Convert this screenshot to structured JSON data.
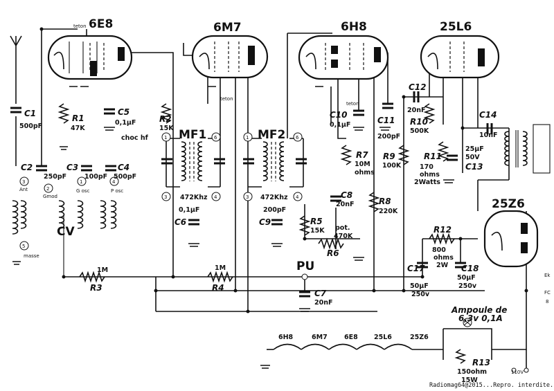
{
  "tubes": {
    "t1": "6E8",
    "t2": "6M7",
    "t3": "6H8",
    "t4": "25L6",
    "t5": "25Z6"
  },
  "transformers": {
    "mf1": "MF1",
    "mf2": "MF2",
    "freq1": "472Khz",
    "freq2": "472Khz"
  },
  "components": {
    "c1": "C1",
    "c1v": "500pF",
    "c2": "C2",
    "c2v": "250pF",
    "c3": "C3",
    "c3v": "100pF",
    "c4": "C4",
    "c4v": "500pF",
    "c5": "C5",
    "c5v": "0,1µF",
    "c6": "C6",
    "c6v": "0,1µF",
    "c7": "C7",
    "c7v": "20nF",
    "c8": "C8",
    "c8v": "20nF",
    "c9": "C9",
    "c9v": "200pF",
    "c10": "C10",
    "c10v": "0,1µF",
    "c11": "C11",
    "c11v": "200pF",
    "c12": "C12",
    "c12v": "20nF",
    "c13": "C13",
    "c13v1": "25µF",
    "c13v2": "50V",
    "c14": "C14",
    "c14v": "10nF",
    "c17": "C17",
    "c17v1": "50µF",
    "c17v2": "250v",
    "c18": "C18",
    "c18v1": "50µF",
    "c18v2": "250v",
    "r1": "R1",
    "r1v": "47K",
    "r2": "R2",
    "r2v": "15K",
    "r3": "R3",
    "r3v": "1M",
    "r4": "R4",
    "r4v": "1M",
    "r5": "R5",
    "r5v": "15K",
    "r6": "R6",
    "r6v1": "pot.",
    "r6v2": "470K",
    "r7": "R7",
    "r7v1": "10M",
    "r7v2": "ohms",
    "r8": "R8",
    "r8v": "220K",
    "r9": "R9",
    "r9v": "100K",
    "r10": "R10",
    "r10v": "500K",
    "r11": "R11",
    "r11v1": "170",
    "r11v2": "ohms",
    "r11v3": "2Watts",
    "r12": "R12",
    "r12v1": "800",
    "r12v2": "ohms",
    "r12v3": "2W",
    "r13": "R13",
    "r13v1": "150ohm",
    "r13v2": "15W"
  },
  "labels": {
    "choc": "choc hf",
    "cv": "CV",
    "pu": "PU",
    "ampoule1": "Ampoule de",
    "ampoule2": "6,3v 0,1A",
    "volt110": "110V",
    "teton1": "teton",
    "teton2": "teton",
    "teton3": "teton",
    "ant": "Ant",
    "masse": "masse",
    "gosc": "G osc",
    "posc": "P osc",
    "gmod": "Gmod",
    "n1": "1",
    "n2": "2",
    "n3": "3",
    "n4": "4",
    "n5": "5",
    "n6": "6"
  },
  "heaters": {
    "h1": "6H8",
    "h2": "6M7",
    "h3": "6E8",
    "h4": "25L6",
    "h5": "25Z6"
  },
  "credit": "Radiomag64@2015...Repro. interdite.",
  "edge_text": {
    "e1": "Ek",
    "e2": "FC",
    "e3": "8"
  }
}
